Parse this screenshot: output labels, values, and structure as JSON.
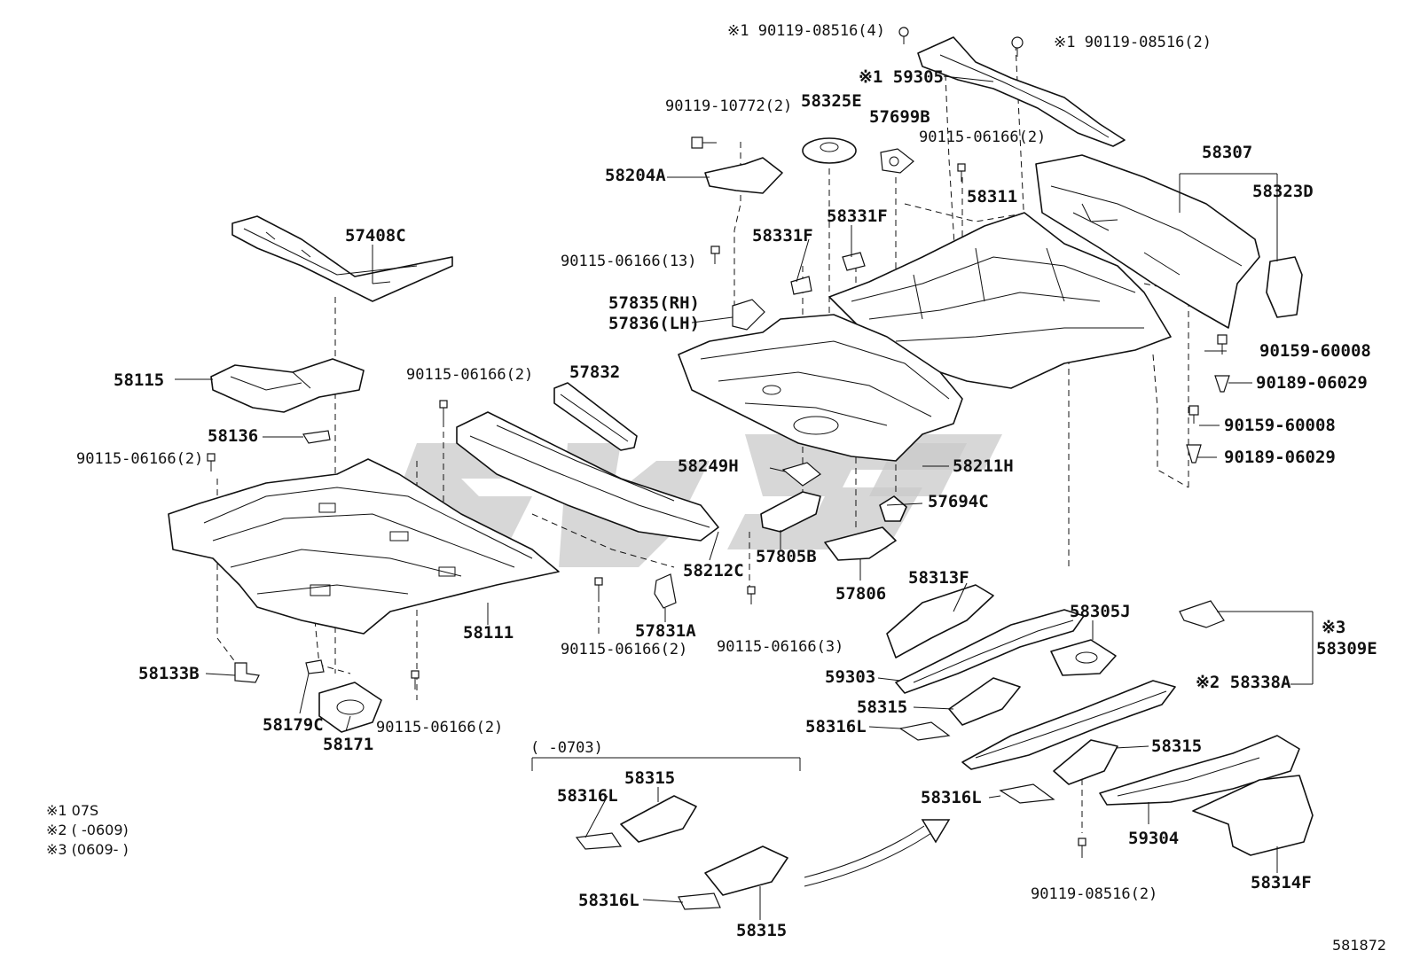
{
  "labels": {
    "p59305": "※1 59305",
    "bolt_top_a": "※1  90119-08516(4)",
    "bolt_top_b": "※1 90119-08516(2)",
    "b90119_10772": "90119-10772(2)",
    "p58325E": "58325E",
    "p57699B": "57699B",
    "b90115_2a": "90115-06166(2)",
    "p58307": "58307",
    "p58204A": "58204A",
    "p58311": "58311",
    "p58323D": "58323D",
    "p58331F_a": "58331F",
    "p58331F_b": "58331F",
    "b90115_13": "90115-06166(13)",
    "p57835": "57835(RH)",
    "p57836": "57836(LH)",
    "p57408C": "57408C",
    "p58115": "58115",
    "b90115_2b": "90115-06166(2)",
    "p57832": "57832",
    "b90159_a": "90159-60008",
    "b90189_a": "90189-06029",
    "p58136": "58136",
    "b90159_b": "90159-60008",
    "b90115_2c": "90115-06166(2)",
    "p58249H": "58249H",
    "p58211H": "58211H",
    "b90189_b": "90189-06029",
    "p57694C": "57694C",
    "p57805B": "57805B",
    "p58212C": "58212C",
    "p57806": "57806",
    "p58313F": "58313F",
    "p58111": "58111",
    "p57831A": "57831A",
    "p58305J": "58305J",
    "s3": "※3",
    "p58309E": "58309E",
    "b90115_2d": "90115-06166(2)",
    "b90115_3": "90115-06166(3)",
    "p59303": "59303",
    "p58133B": "58133B",
    "p58338A": "※2 58338A",
    "p58315_a": "58315",
    "p58179C": "58179C",
    "b90115_2e": "90115-06166(2)",
    "p58316L_a": "58316L",
    "p58171": "58171",
    "p58315_b": "58315",
    "range0703": "(        -0703)",
    "p58315_c": "58315",
    "p58316L_b": "58316L",
    "p58316L_c": "58316L",
    "p59304": "59304",
    "p58314F": "58314F",
    "b90119_08516_2": "90119-08516(2)",
    "p58316L_d": "58316L",
    "p58315_d": "58315",
    "diagram_no": "581872"
  },
  "notes": [
    "※1  07S",
    "※2 (        -0609)",
    "※3 (0609-        )"
  ],
  "watermark": "SWG"
}
